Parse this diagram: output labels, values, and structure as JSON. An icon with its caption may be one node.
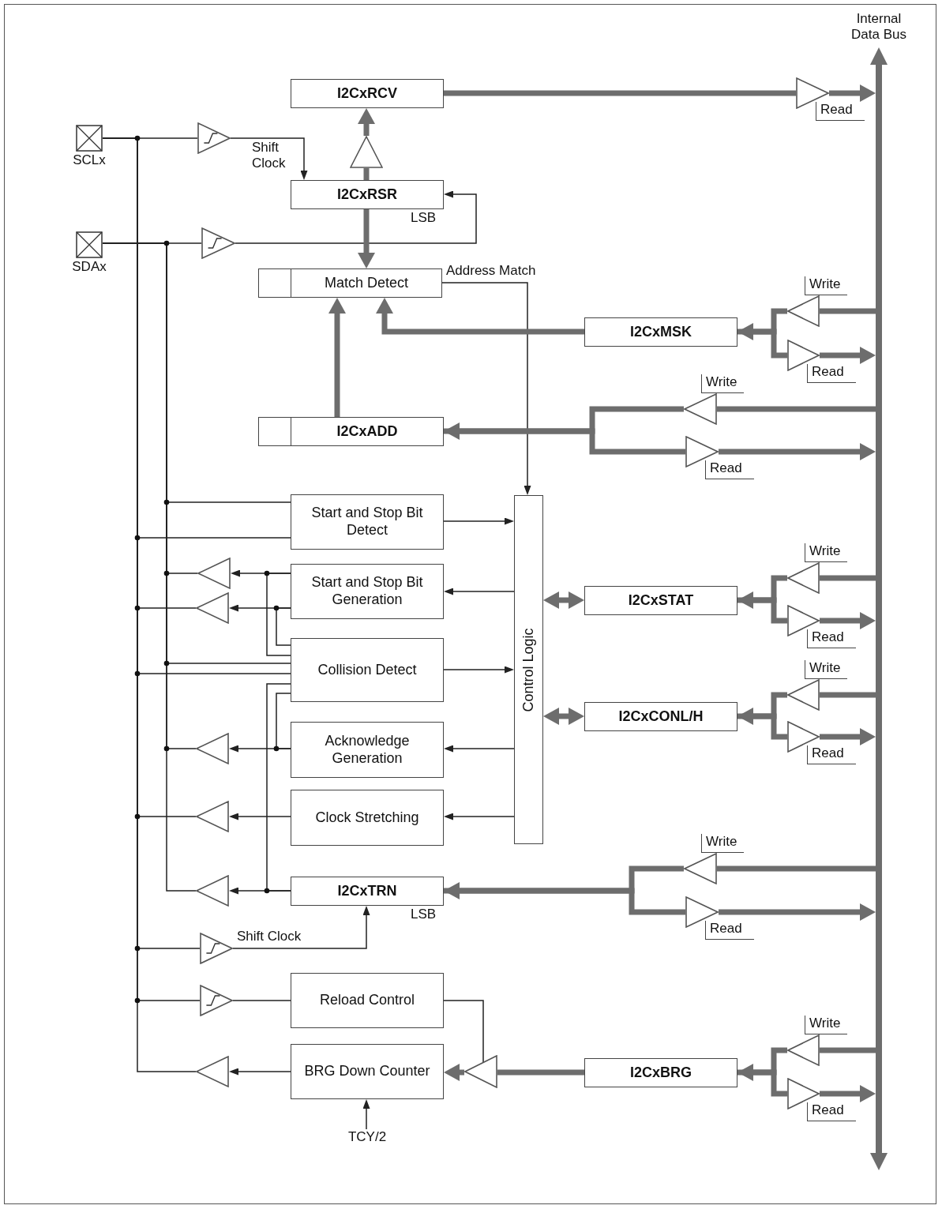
{
  "diagram": {
    "nodes": [
      {
        "text": [
          "SCLx"
        ]
      },
      {
        "text": [
          "SDAx"
        ]
      },
      {
        "text": [
          "I2CxRCV"
        ]
      },
      {
        "text": [
          "I2CxRSR"
        ],
        "beside": [
          "LSB"
        ]
      },
      {
        "text": [
          "Match Detect"
        ]
      },
      {
        "text": [
          "I2CxMSK"
        ]
      },
      {
        "text": [
          "I2CxADD"
        ]
      },
      {
        "text": [
          "Start and Stop Bit Detect"
        ]
      },
      {
        "text": [
          "Start and Stop Bit Generation"
        ]
      },
      {
        "text": [
          "Collision Detect"
        ]
      },
      {
        "text": [
          "Acknowledge Generation"
        ]
      },
      {
        "text": [
          "Clock Stretching"
        ]
      },
      {
        "text": [
          "I2CxTRN"
        ],
        "beside": [
          "LSB"
        ]
      },
      {
        "text": [
          "Reload Control"
        ]
      },
      {
        "text": [
          "BRG Down Counter"
        ]
      },
      {
        "text": [
          "Control Logic"
        ]
      },
      {
        "text": [
          "I2CxSTAT"
        ]
      },
      {
        "text": [
          "I2CxCONL/H"
        ]
      },
      {
        "text": [
          "I2CxBRG"
        ]
      },
      {
        "text": [
          "Internal Data Bus"
        ]
      },
      {
        "text": [
          "TCY/2"
        ]
      },
      {
        "text": [],
        "shape": "triangle"
      },
      {
        "text": [],
        "shape": "triangle"
      },
      {
        "text": [],
        "shape": "triangle"
      },
      {
        "text": [],
        "shape": "triangle",
        "beside": [
          "Read"
        ]
      },
      {
        "text": [],
        "shape": "triangle",
        "beside": [
          "Write"
        ]
      },
      {
        "text": [],
        "shape": "triangle",
        "beside": [
          "Read"
        ]
      },
      {
        "text": [],
        "shape": "triangle",
        "beside": [
          "Write"
        ]
      },
      {
        "text": [],
        "shape": "triangle",
        "beside": [
          "Read"
        ]
      },
      {
        "text": [],
        "shape": "triangle"
      },
      {
        "text": [],
        "shape": "triangle"
      },
      {
        "text": [],
        "shape": "triangle"
      },
      {
        "text": [],
        "shape": "triangle"
      },
      {
        "text": [],
        "shape": "triangle"
      },
      {
        "text": [],
        "shape": "triangle"
      },
      {
        "text": [],
        "shape": "triangle"
      },
      {
        "text": [],
        "shape": "triangle"
      },
      {
        "text": [],
        "shape": "triangle"
      },
      {
        "text": [],
        "shape": "triangle",
        "beside": [
          "Write"
        ]
      },
      {
        "text": [],
        "shape": "triangle",
        "beside": [
          "Read"
        ]
      },
      {
        "text": [],
        "shape": "triangle",
        "beside": [
          "Write"
        ]
      },
      {
        "text": [],
        "shape": "triangle",
        "beside": [
          "Read"
        ]
      },
      {
        "text": [],
        "shape": "triangle",
        "beside": [
          "Write"
        ]
      },
      {
        "text": [],
        "shape": "triangle",
        "beside": [
          "Read"
        ]
      },
      {
        "text": [],
        "shape": "triangle",
        "beside": [
          "Write"
        ]
      },
      {
        "text": [],
        "shape": "triangle",
        "beside": [
          "Read"
        ]
      }
    ],
    "edges": [
      {
        "from": 0,
        "to": 21,
        "arrow": "none"
      },
      {
        "from": 21,
        "to": 3,
        "arrow": "to",
        "label": "Shift Clock"
      },
      {
        "from": 1,
        "to": 22,
        "arrow": "none"
      },
      {
        "from": 22,
        "to": 3,
        "arrow": "to"
      },
      {
        "from": 3,
        "to": 23,
        "arrow": "none",
        "style": "thick",
        "color": "#6d6d6d"
      },
      {
        "from": 23,
        "to": 2,
        "arrow": "to",
        "style": "thick",
        "color": "#6d6d6d"
      },
      {
        "from": 2,
        "to": 24,
        "arrow": "none",
        "style": "thick",
        "color": "#6d6d6d"
      },
      {
        "from": 24,
        "to": 19,
        "arrow": "to",
        "style": "thick",
        "color": "#6d6d6d"
      },
      {
        "from": 3,
        "to": 4,
        "arrow": "to",
        "style": "thick",
        "color": "#6d6d6d"
      },
      {
        "from": 4,
        "to": 15,
        "arrow": "to",
        "label": "Address Match"
      },
      {
        "from": 19,
        "to": 25,
        "arrow": "none",
        "style": "thick",
        "color": "#6d6d6d"
      },
      {
        "from": 25,
        "to": 5,
        "arrow": "to",
        "style": "thick",
        "color": "#6d6d6d"
      },
      {
        "from": 5,
        "to": 26,
        "arrow": "none",
        "style": "thick",
        "color": "#6d6d6d"
      },
      {
        "from": 26,
        "to": 19,
        "arrow": "to",
        "style": "thick",
        "color": "#6d6d6d"
      },
      {
        "from": 5,
        "to": 4,
        "arrow": "to",
        "style": "thick",
        "color": "#6d6d6d"
      },
      {
        "from": 6,
        "to": 4,
        "arrow": "to",
        "style": "thick",
        "color": "#6d6d6d"
      },
      {
        "from": 19,
        "to": 27,
        "arrow": "none",
        "style": "thick",
        "color": "#6d6d6d"
      },
      {
        "from": 27,
        "to": 6,
        "arrow": "to",
        "style": "thick",
        "color": "#6d6d6d"
      },
      {
        "from": 6,
        "to": 28,
        "arrow": "none",
        "style": "thick",
        "color": "#6d6d6d"
      },
      {
        "from": 28,
        "to": 19,
        "arrow": "to",
        "style": "thick",
        "color": "#6d6d6d"
      },
      {
        "from": 1,
        "to": 7,
        "arrow": "none"
      },
      {
        "from": 0,
        "to": 7,
        "arrow": "none"
      },
      {
        "from": 7,
        "to": 15,
        "arrow": "to"
      },
      {
        "from": 15,
        "to": 8,
        "arrow": "to"
      },
      {
        "from": 8,
        "to": 29,
        "arrow": "to"
      },
      {
        "from": 29,
        "to": 1,
        "arrow": "none"
      },
      {
        "from": 8,
        "to": 30,
        "arrow": "to"
      },
      {
        "from": 30,
        "to": 0,
        "arrow": "none"
      },
      {
        "from": 8,
        "to": 9,
        "arrow": "none"
      },
      {
        "from": 8,
        "to": 9,
        "arrow": "none"
      },
      {
        "from": 1,
        "to": 9,
        "arrow": "none"
      },
      {
        "from": 0,
        "to": 9,
        "arrow": "none"
      },
      {
        "from": 9,
        "to": 15,
        "arrow": "to"
      },
      {
        "from": 12,
        "to": 9,
        "arrow": "none"
      },
      {
        "from": 10,
        "to": 9,
        "arrow": "none"
      },
      {
        "from": 15,
        "to": 10,
        "arrow": "to"
      },
      {
        "from": 10,
        "to": 31,
        "arrow": "to"
      },
      {
        "from": 31,
        "to": 1,
        "arrow": "none"
      },
      {
        "from": 15,
        "to": 11,
        "arrow": "to"
      },
      {
        "from": 11,
        "to": 32,
        "arrow": "to"
      },
      {
        "from": 32,
        "to": 0,
        "arrow": "none"
      },
      {
        "from": 12,
        "to": 33,
        "arrow": "to"
      },
      {
        "from": 33,
        "to": 1,
        "arrow": "none"
      },
      {
        "from": 19,
        "to": 42,
        "arrow": "none",
        "style": "thick",
        "color": "#6d6d6d"
      },
      {
        "from": 42,
        "to": 12,
        "arrow": "to",
        "style": "thick",
        "color": "#6d6d6d"
      },
      {
        "from": 12,
        "to": 43,
        "arrow": "none",
        "style": "thick",
        "color": "#6d6d6d"
      },
      {
        "from": 43,
        "to": 19,
        "arrow": "to",
        "style": "thick",
        "color": "#6d6d6d"
      },
      {
        "from": 0,
        "to": 34,
        "arrow": "none"
      },
      {
        "from": 34,
        "to": 12,
        "arrow": "to",
        "label": "Shift Clock"
      },
      {
        "from": 0,
        "to": 35,
        "arrow": "none"
      },
      {
        "from": 35,
        "to": 13,
        "arrow": "none"
      },
      {
        "from": 13,
        "to": 36,
        "arrow": "none"
      },
      {
        "from": 18,
        "to": 36,
        "arrow": "none",
        "style": "thick",
        "color": "#6d6d6d"
      },
      {
        "from": 36,
        "to": 14,
        "arrow": "to",
        "style": "thick",
        "color": "#6d6d6d"
      },
      {
        "from": 14,
        "to": 37,
        "arrow": "to"
      },
      {
        "from": 37,
        "to": 0,
        "arrow": "none"
      },
      {
        "from": 20,
        "to": 14,
        "arrow": "to"
      },
      {
        "from": 15,
        "to": 16,
        "arrow": "both",
        "style": "thick",
        "color": "#6d6d6d"
      },
      {
        "from": 19,
        "to": 38,
        "arrow": "none",
        "style": "thick",
        "color": "#6d6d6d"
      },
      {
        "from": 38,
        "to": 16,
        "arrow": "to",
        "style": "thick",
        "color": "#6d6d6d"
      },
      {
        "from": 16,
        "to": 39,
        "arrow": "none",
        "style": "thick",
        "color": "#6d6d6d"
      },
      {
        "from": 39,
        "to": 19,
        "arrow": "to",
        "style": "thick",
        "color": "#6d6d6d"
      },
      {
        "from": 15,
        "to": 17,
        "arrow": "both",
        "style": "thick",
        "color": "#6d6d6d"
      },
      {
        "from": 19,
        "to": 40,
        "arrow": "none",
        "style": "thick",
        "color": "#6d6d6d"
      },
      {
        "from": 40,
        "to": 17,
        "arrow": "to",
        "style": "thick",
        "color": "#6d6d6d"
      },
      {
        "from": 17,
        "to": 41,
        "arrow": "none",
        "style": "thick",
        "color": "#6d6d6d"
      },
      {
        "from": 41,
        "to": 19,
        "arrow": "to",
        "style": "thick",
        "color": "#6d6d6d"
      },
      {
        "from": 19,
        "to": 44,
        "arrow": "none",
        "style": "thick",
        "color": "#6d6d6d"
      },
      {
        "from": 44,
        "to": 18,
        "arrow": "to",
        "style": "thick",
        "color": "#6d6d6d"
      },
      {
        "from": 18,
        "to": 45,
        "arrow": "none",
        "style": "thick",
        "color": "#6d6d6d"
      },
      {
        "from": 45,
        "to": 19,
        "arrow": "to",
        "style": "thick",
        "color": "#6d6d6d"
      }
    ]
  }
}
